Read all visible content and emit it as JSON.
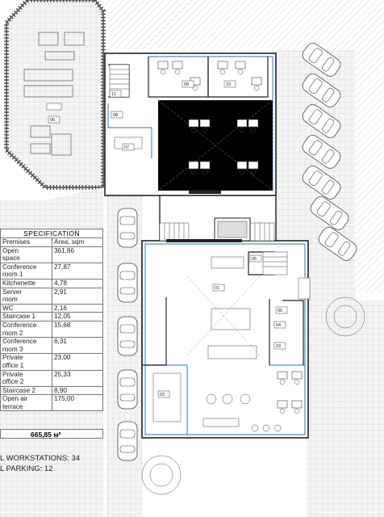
{
  "spec": {
    "title": "SPECIFICATION",
    "col_premises": "Premises",
    "col_area": "Area, sqm",
    "rows": [
      {
        "lines": [
          "Open",
          "space"
        ],
        "area": "361,86"
      },
      {
        "lines": [
          "Conference",
          "room 1"
        ],
        "area": "27,87"
      },
      {
        "lines": [
          "Kitchenette"
        ],
        "area": "4,78"
      },
      {
        "lines": [
          "Server",
          "room"
        ],
        "area": "2,91"
      },
      {
        "lines": [
          "WC"
        ],
        "area": "2,16"
      },
      {
        "lines": [
          "Staircase 1"
        ],
        "area": "12,05"
      },
      {
        "lines": [
          "Conference",
          "room 2"
        ],
        "area": "15,68"
      },
      {
        "lines": [
          "Conference",
          "room 3"
        ],
        "area": "6,31"
      },
      {
        "lines": [
          "Private",
          "office 1"
        ],
        "area": "23,00"
      },
      {
        "lines": [
          "Private",
          "office 2"
        ],
        "area": "25,33"
      },
      {
        "lines": [
          "Staircase 2"
        ],
        "area": "8,90"
      },
      {
        "lines": [
          "Open air",
          "terrace"
        ],
        "area": "175,00"
      }
    ],
    "total": "665,85 м²"
  },
  "summary": {
    "workstations": "L WORKSTATIONS: 34",
    "parking": "L PARKING: 12"
  },
  "room_tags": [
    "09",
    "10",
    "11",
    "08",
    "07",
    "05",
    "06",
    "01",
    "05",
    "04",
    "03",
    "02"
  ],
  "colors": {
    "glazing": "#4f8fd0",
    "wall": "#222222",
    "hatch": "#bbbbbb"
  }
}
